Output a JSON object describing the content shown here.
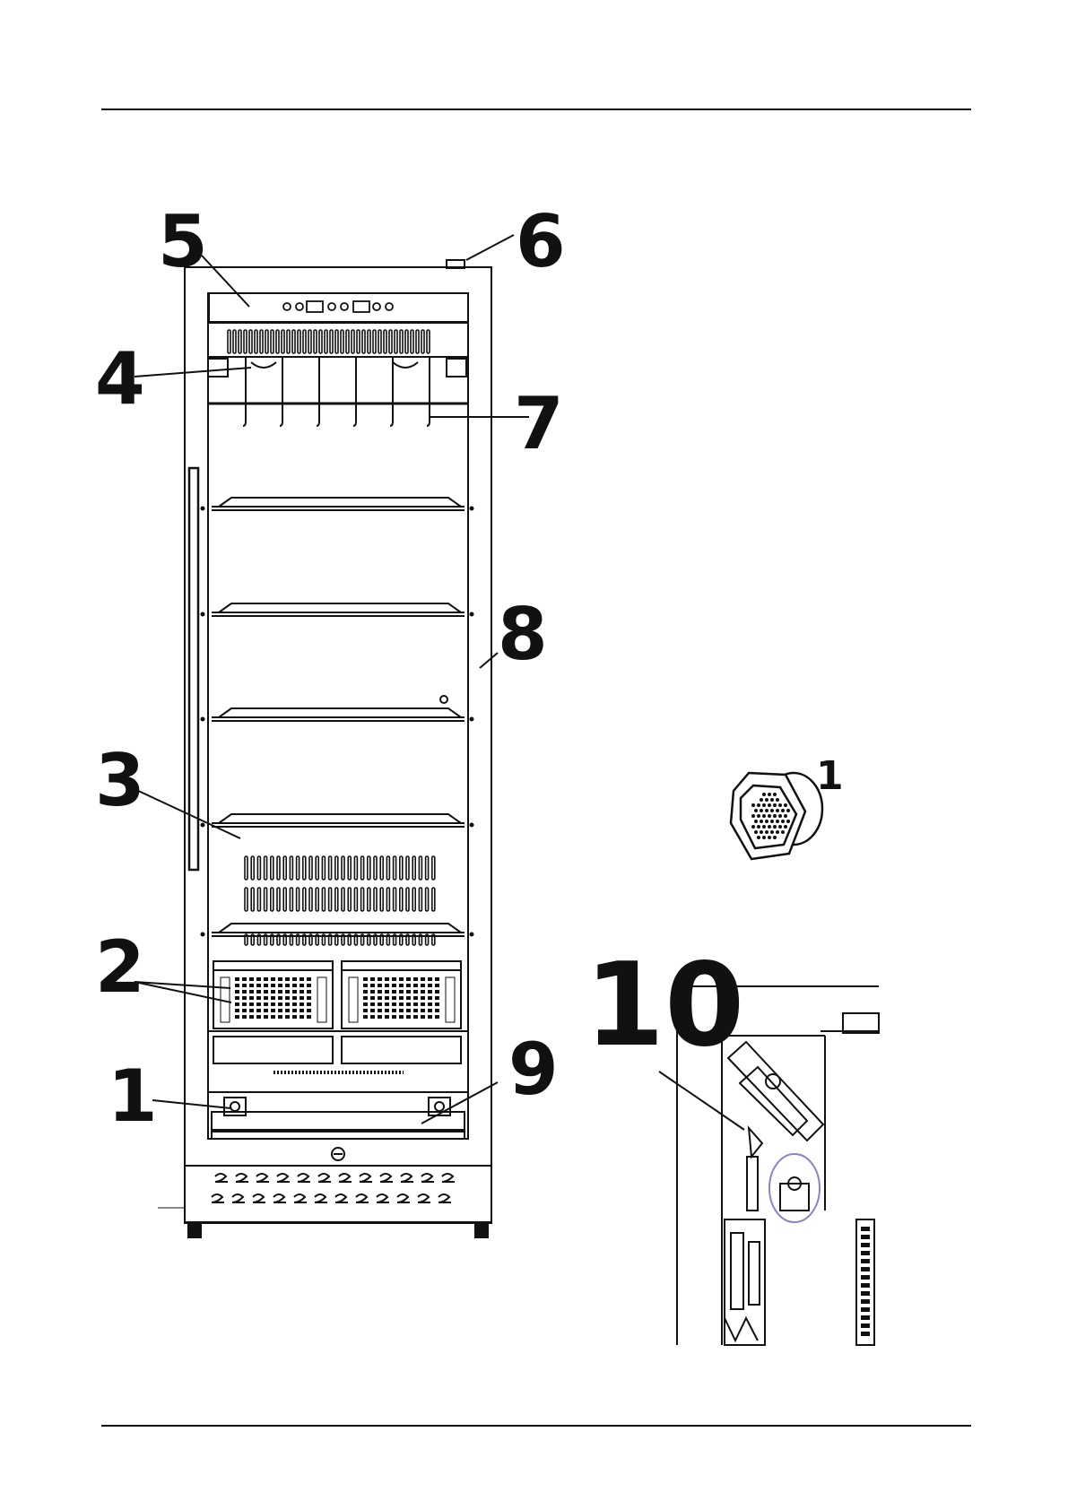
{
  "callouts": {
    "c1": "1",
    "c2": "2",
    "c3": "3",
    "c4": "4",
    "c5": "5",
    "c6": "6",
    "c7": "7",
    "c8": "8",
    "c9": "9",
    "c10": "10",
    "detail_1": "1"
  },
  "colors": {
    "line": "#111111",
    "highlight": "#8a84c8"
  }
}
